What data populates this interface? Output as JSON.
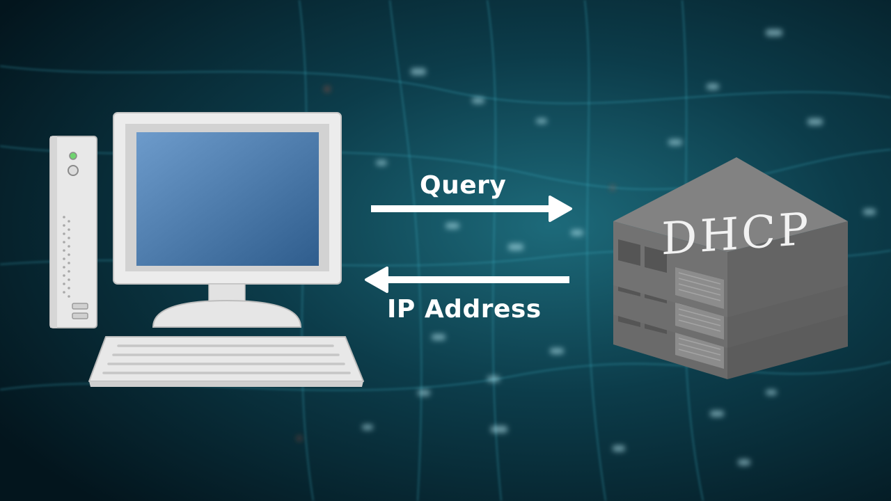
{
  "arrows": {
    "query_label": "Query",
    "response_label": "IP Address"
  },
  "server": {
    "label": "DHCP"
  },
  "colors": {
    "background_dark": "#04202b",
    "background_glow": "#1d6a7a",
    "arrow": "#ffffff",
    "screen": "#3f6fa0",
    "device_body": "#e6e6e6",
    "server_top": "#7a7a7a",
    "server_side": "#5e5e5e"
  },
  "icons": {
    "client": "desktop-computer-icon",
    "server": "server-rack-icon"
  }
}
